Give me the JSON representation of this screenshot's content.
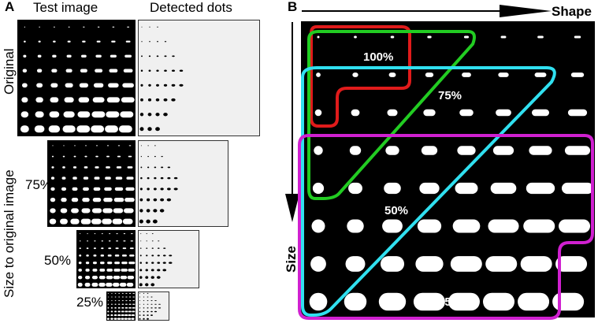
{
  "panel_a": {
    "letter": "A",
    "col_test": "Test image",
    "col_detected": "Detected dots",
    "row_original": "Original",
    "row_axis": "Size to original image",
    "scales": [
      "75%",
      "50%",
      "25%"
    ]
  },
  "panel_b": {
    "letter": "B",
    "shape_label": "Shape",
    "size_label": "Size",
    "regions": [
      "100%",
      "75%",
      "50%",
      "25%"
    ],
    "colors": {
      "red": "#e01b1b",
      "green": "#22cc22",
      "cyan": "#30e0f0",
      "magenta": "#d020d0"
    }
  }
}
